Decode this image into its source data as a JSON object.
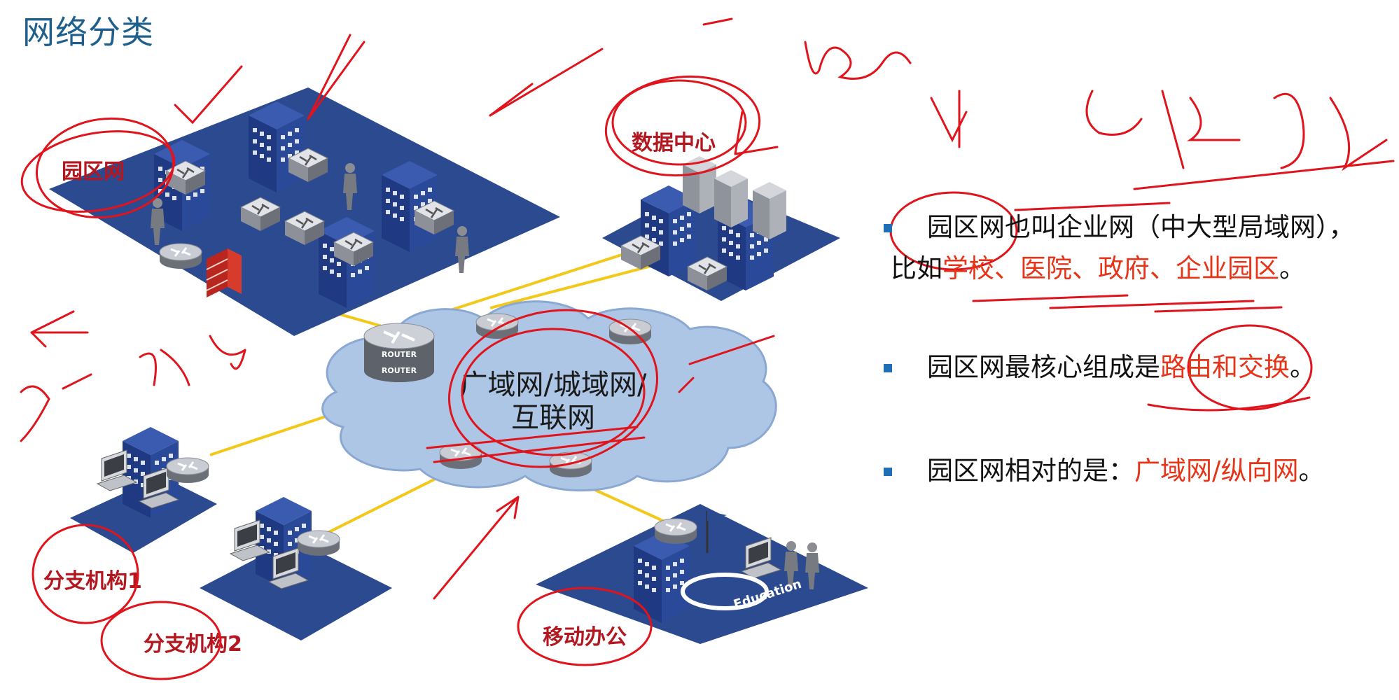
{
  "title": "网络分类",
  "diagram": {
    "cloud_line1": "广域网/城域网/",
    "cloud_line2": "互联网",
    "nodes": {
      "campus": "园区网",
      "datacenter": "数据中心",
      "branch1": "分支机构1",
      "branch2": "分支机构2",
      "mobile": "移动办公"
    },
    "router_tag": "ROUTER",
    "edu_sign": "Education"
  },
  "bullets": [
    {
      "text_a": "园区网也叫企业网（中大型局域网），",
      "text_b": "比如",
      "text_red": "学校、医院、政府、企业园区",
      "text_end": "。"
    },
    {
      "text_a": "园区网最核心组成是",
      "text_red": "路由和交换",
      "text_end": "。"
    },
    {
      "text_a": "园区网相对的是：",
      "text_red": "广域网/纵向网",
      "text_end": "。"
    }
  ],
  "colors": {
    "title": "#1f5f8c",
    "platform": "#2b4a8f",
    "building": "#243f86",
    "cloud": "#aec6e6",
    "link": "#f2c81a",
    "label_red": "#b3171f",
    "highlight_red": "#e53418",
    "bullet_blue": "#1e6fb8",
    "ink": "#e0141c"
  },
  "icons": [
    "router-icon",
    "switch-icon",
    "firewall-icon",
    "server-icon",
    "pc-icon",
    "person-icon",
    "flag-icon"
  ]
}
